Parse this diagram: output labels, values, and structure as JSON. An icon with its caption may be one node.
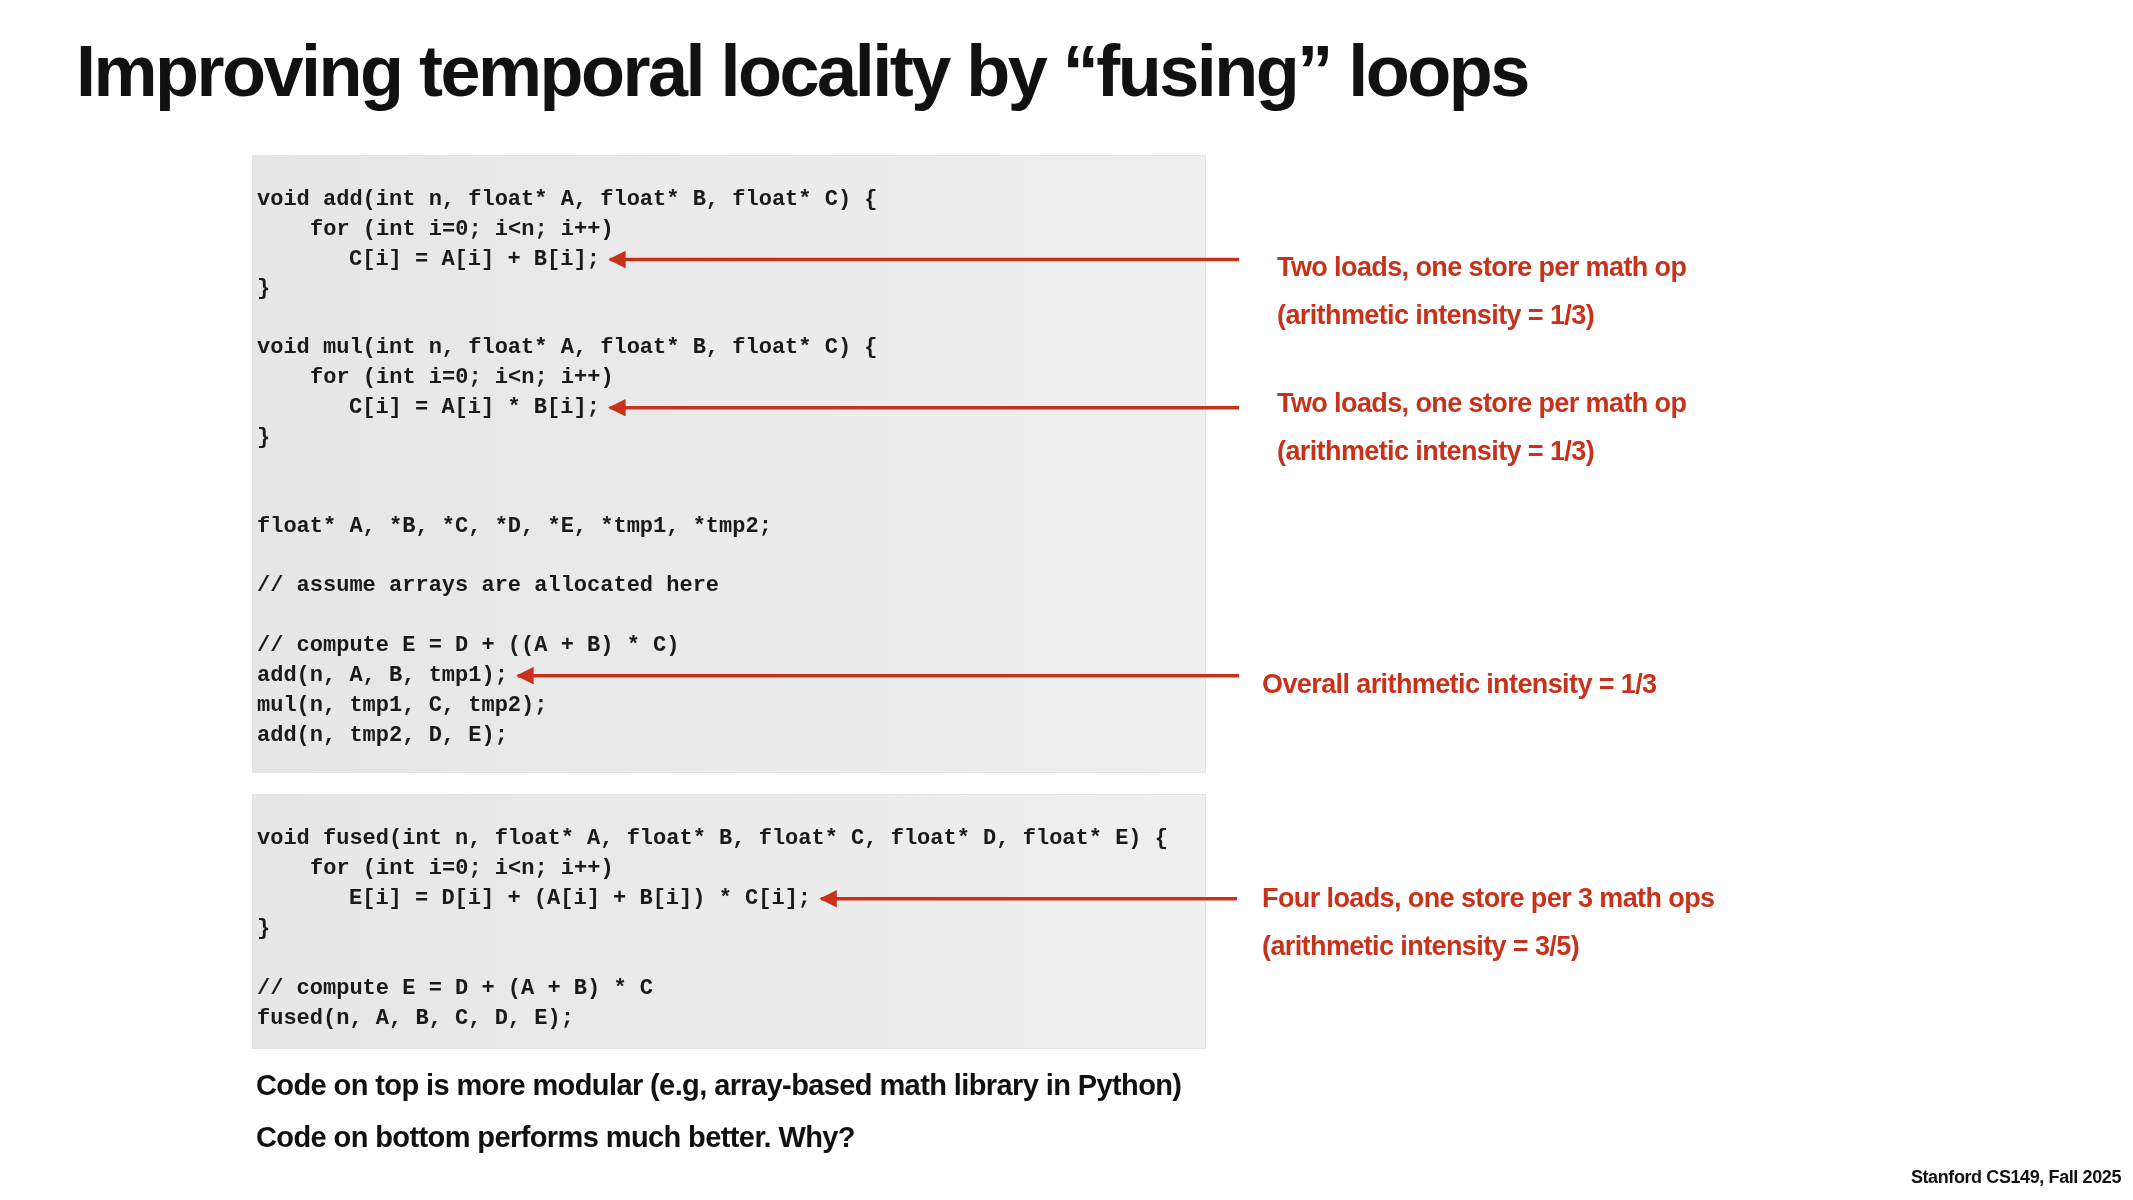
{
  "diagram": {
    "title": "Improving temporal locality by “fusing” loops",
    "nodes": [
      {
        "text": [],
        "shape": "box"
      },
      {
        "text": [
          "void add(int n, float* A, float* B, float* C) {"
        ],
        "in": 0
      },
      {
        "text": [
          "for (int i=0; i<n; i++)"
        ],
        "in": 0
      },
      {
        "text": [
          "C[i] = A[i] + B[i];"
        ],
        "in": 0
      },
      {
        "text": [
          "}"
        ],
        "in": 0
      },
      {
        "text": [
          "void mul(int n, float* A, float* B, float* C) {"
        ],
        "in": 0
      },
      {
        "text": [
          "for (int i=0; i<n; i++)"
        ],
        "in": 0
      },
      {
        "text": [
          "C[i] = A[i] * B[i];"
        ],
        "in": 0
      },
      {
        "text": [
          "}"
        ],
        "in": 0
      },
      {
        "text": [
          "float* A, *B, *C, *D, *E, *tmp1, *tmp2;"
        ],
        "in": 0
      },
      {
        "text": [
          "// assume arrays are allocated here"
        ],
        "in": 0
      },
      {
        "text": [
          "// compute E = D + ((A + B) * C)"
        ],
        "in": 0
      },
      {
        "text": [
          "add(n, A, B, tmp1);"
        ],
        "in": 0
      },
      {
        "text": [
          "mul(n, tmp1, C, tmp2);"
        ],
        "in": 0
      },
      {
        "text": [
          "add(n, tmp2, D, E);"
        ],
        "in": 0
      },
      {
        "text": [],
        "shape": "box"
      },
      {
        "text": [
          "void fused(int n, float* A, float* B, float* C, float* D, float* E) {"
        ],
        "in": 15
      },
      {
        "text": [
          "for (int i=0; i<n; i++)"
        ],
        "in": 15
      },
      {
        "text": [
          "E[i] = D[i] + (A[i] + B[i]) * C[i];"
        ],
        "in": 15
      },
      {
        "text": [
          "}"
        ],
        "in": 15
      },
      {
        "text": [
          "// compute E = D + (A + B) * C"
        ],
        "in": 15
      },
      {
        "text": [
          "fused(n, A, B, C, D, E);"
        ],
        "in": 15
      },
      {
        "text": [
          "Two loads, one store per math op (arithmetic intensity = 1/3)"
        ]
      },
      {
        "text": [
          "Two loads, one store per math op (arithmetic intensity = 1/3)"
        ]
      },
      {
        "text": [
          "Overall arithmetic intensity = 1/3"
        ]
      },
      {
        "text": [
          "Four loads, one store per 3 math ops (arithmetic intensity = 3/5)"
        ]
      }
    ],
    "edges": [
      {
        "from": 22,
        "to": 3,
        "arrow": "to"
      },
      {
        "from": 23,
        "to": 7,
        "arrow": "to"
      },
      {
        "from": 24,
        "to": 12,
        "arrow": "to"
      },
      {
        "from": 25,
        "to": 18,
        "arrow": "to"
      }
    ],
    "labels": [
      "Code on top is more modular (e.g, array-based math library in Python)",
      "Code on bottom performs much better. Why?",
      "Stanford CS149, Fall 2025"
    ]
  }
}
